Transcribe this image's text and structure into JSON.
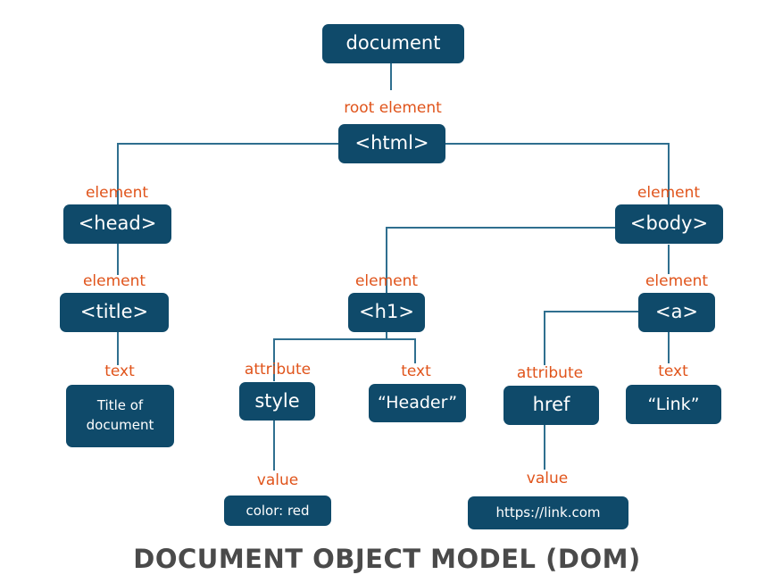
{
  "nodes": {
    "document": "document",
    "html": "<html>",
    "head": "<head>",
    "body": "<body>",
    "title": "<title>",
    "h1": "<h1>",
    "a": "<a>",
    "title_text_line1": "Title of",
    "title_text_line2": "document",
    "style": "style",
    "header_text": "“Header”",
    "href": "href",
    "link_text": "“Link”",
    "style_value": "color: red",
    "href_value": "https://link.com"
  },
  "labels": {
    "root_element": "root element",
    "head_element": "element",
    "body_element": "element",
    "title_element": "element",
    "h1_element": "element",
    "a_element": "element",
    "title_text": "text",
    "style_attribute": "attribute",
    "header_text": "text",
    "href_attribute": "attribute",
    "link_text": "text",
    "style_value": "value",
    "href_value": "value"
  },
  "caption": "DOCUMENT OBJECT MODEL (DOM)",
  "colors": {
    "node_fill": "#0f4a6a",
    "node_text": "#ffffff",
    "connector": "#2f6f8f",
    "label": "#e0541b",
    "caption": "#4a4a4a"
  }
}
